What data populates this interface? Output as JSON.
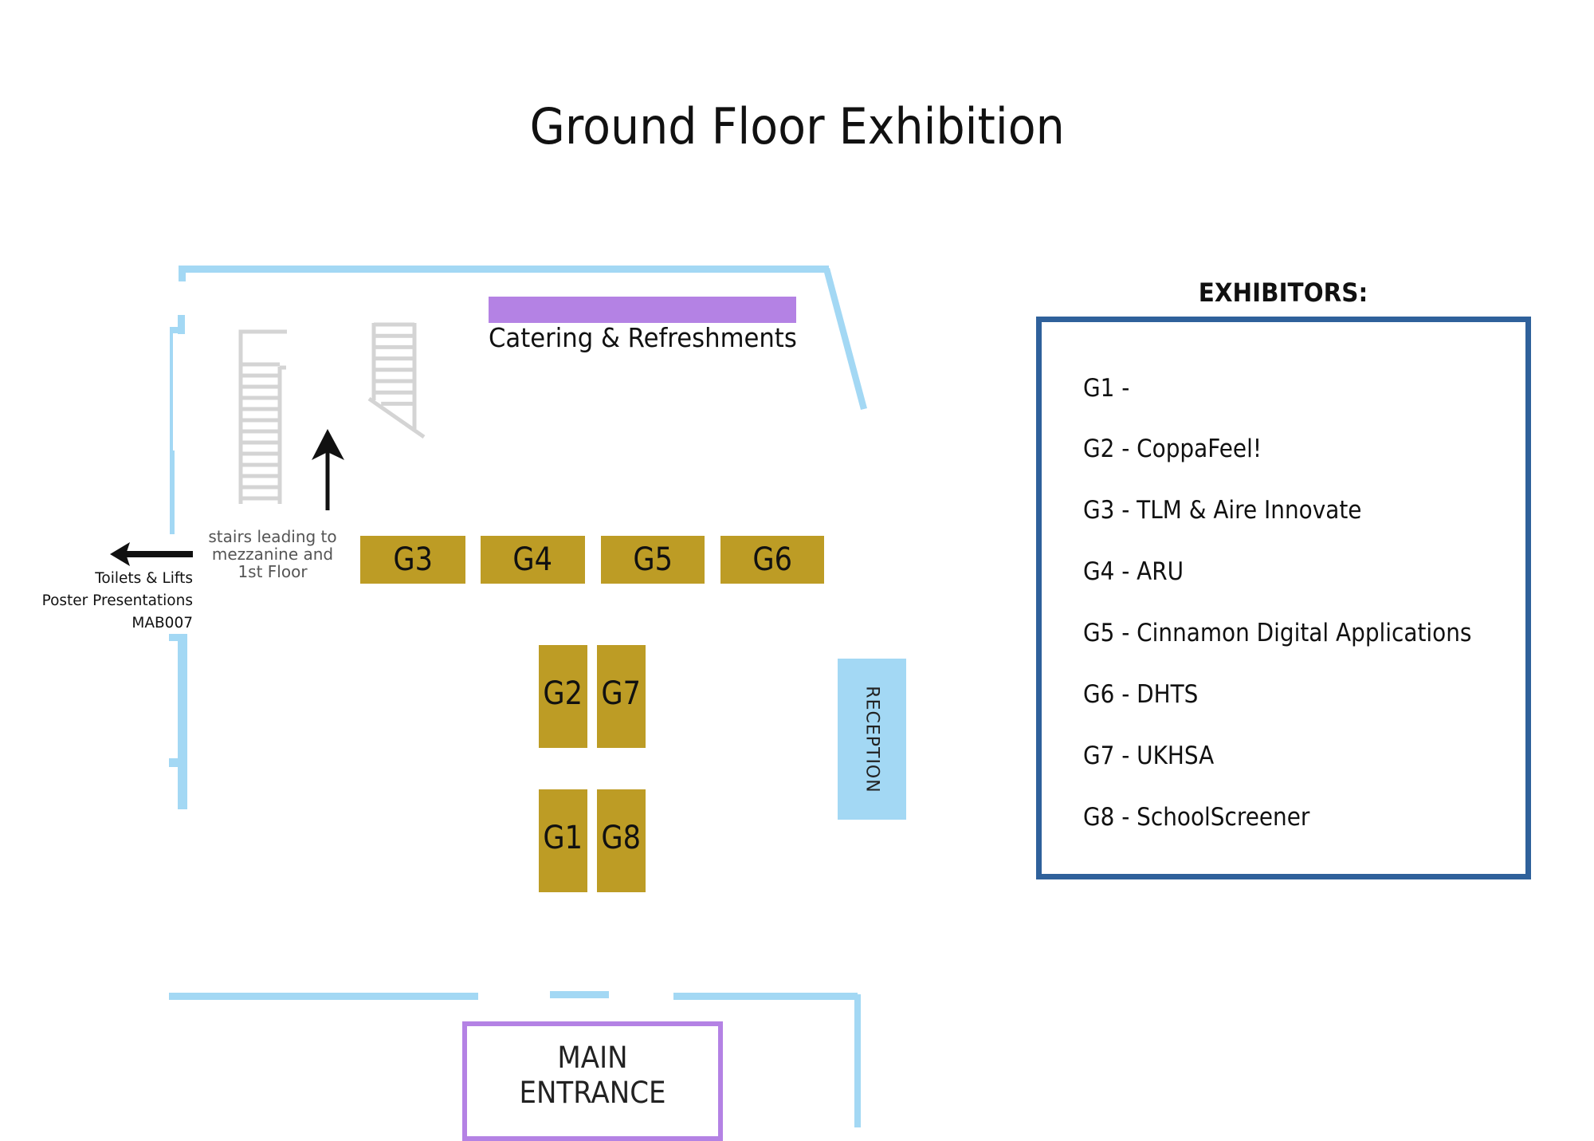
{
  "page": {
    "title": "Ground Floor Exhibition"
  },
  "colors": {
    "wall": "#A3D8F4",
    "booth": "#BD9C25",
    "catering": "#B482E4",
    "reception": "#A3D8F4",
    "entrance_border": "#B482E4",
    "exhibitor_box_border": "#2F619B",
    "stairs": "#D4D4D4"
  },
  "floor_plan": {
    "catering_label": "Catering & Refreshments",
    "reception_label": "RECEPTION",
    "entrance_label_line1": "MAIN",
    "entrance_label_line2": "ENTRANCE",
    "stairs_note": {
      "line1": "stairs leading to",
      "line2": "mezzanine and",
      "line3": "1st Floor"
    },
    "toilets_note": {
      "line1": "Toilets & Lifts",
      "line2": "Poster Presentations",
      "line3": "MAB007"
    },
    "booths": {
      "G1": "G1",
      "G2": "G2",
      "G3": "G3",
      "G4": "G4",
      "G5": "G5",
      "G6": "G6",
      "G7": "G7",
      "G8": "G8"
    }
  },
  "exhibitors": {
    "heading": "EXHIBITORS:",
    "items": [
      {
        "booth": "G1",
        "text": "G1 -"
      },
      {
        "booth": "G2",
        "text": "G2 - CoppaFeel!"
      },
      {
        "booth": "G3",
        "text": "G3 - TLM & Aire Innovate"
      },
      {
        "booth": "G4",
        "text": "G4 - ARU"
      },
      {
        "booth": "G5",
        "text": "G5 - Cinnamon Digital Applications"
      },
      {
        "booth": "G6",
        "text": "G6 - DHTS"
      },
      {
        "booth": "G7",
        "text": "G7 - UKHSA"
      },
      {
        "booth": "G8",
        "text": "G8 - SchoolScreener"
      }
    ]
  }
}
